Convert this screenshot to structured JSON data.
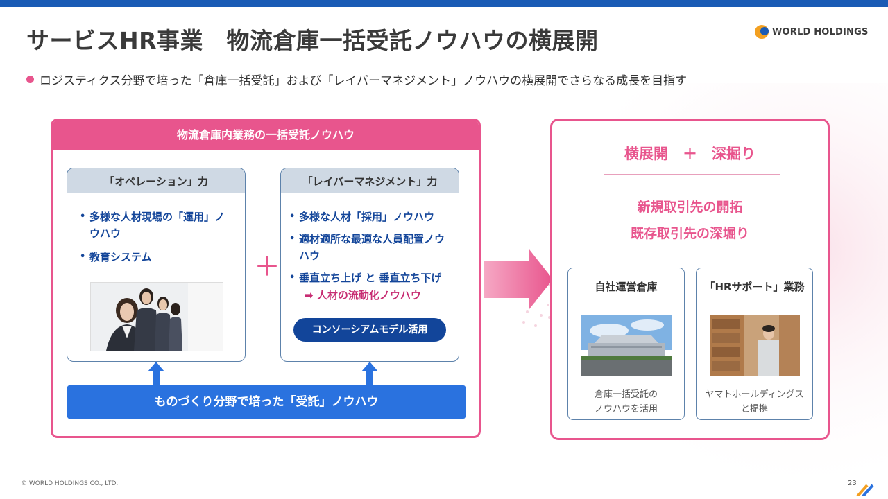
{
  "header": {
    "title": "サービスHR事業　物流倉庫一括受託ノウハウの横展開",
    "logo_text": "WORLD HOLDINGS",
    "subtitle": "ロジスティクス分野で培った「倉庫一括受託」および「レイバーマネジメント」ノウハウの横展開でさらなる成長を目指す"
  },
  "left_panel": {
    "header": "物流倉庫内業務の一括受託ノウハウ",
    "operation_card": {
      "title": "「オペレーション」力",
      "items": [
        "多様な人材現場の「運用」ノウハウ",
        "教育システム"
      ]
    },
    "labor_card": {
      "title": "「レイバーマネジメント」力",
      "items": [
        "多様な人材「採用」ノウハウ",
        "適材適所な最適な人員配置ノウハウ",
        "垂直立ち上げ と 垂直立ち下げ"
      ],
      "arrow_note": "人材の流動化ノウハウ",
      "button": "コンソーシアムモデル活用"
    },
    "plus": "＋",
    "bottom_bar": "ものづくり分野で培った「受託」ノウハウ"
  },
  "right_panel": {
    "title": "横展開　＋　深掘り",
    "line1": "新規取引先の開拓",
    "line2": "既存取引先の深堀り",
    "card1": {
      "title": "自社運営倉庫",
      "caption": [
        "倉庫一括受託の",
        "ノウハウを活用"
      ]
    },
    "card2": {
      "title": "「HRサポート」業務",
      "caption": [
        "ヤマトホールディングス",
        "と提携"
      ]
    }
  },
  "footer": {
    "copyright": "© WORLD HOLDINGS CO., LTD.",
    "page": "23"
  },
  "colors": {
    "accent_pink": "#e8558d",
    "brand_blue": "#1a5bb5",
    "bar_blue": "#2a72df",
    "navy": "#12459a"
  }
}
